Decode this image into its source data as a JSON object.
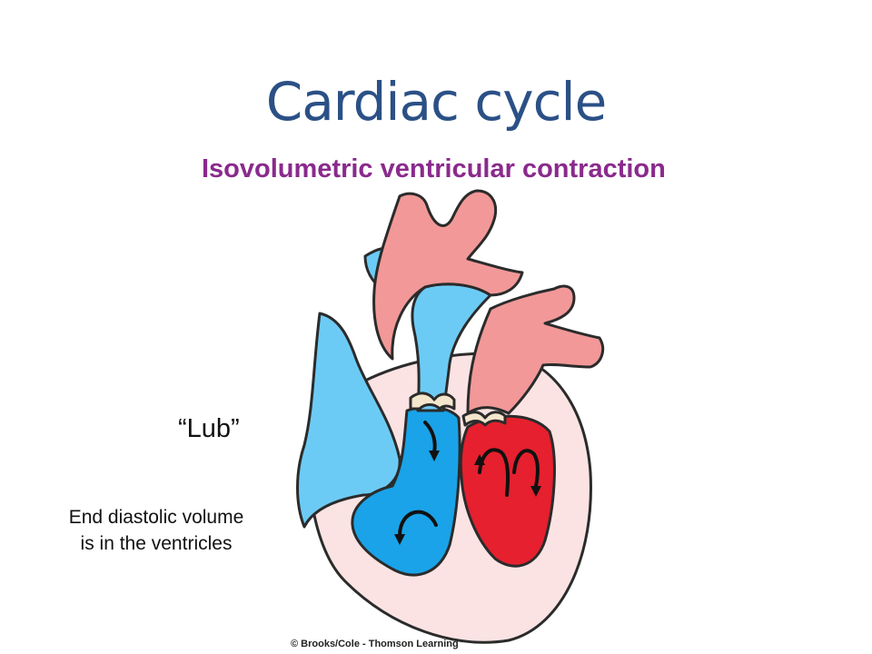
{
  "slide": {
    "title": "Cardiac cycle",
    "subtitle": "Isovolumetric ventricular contraction",
    "sound_label": "“Lub”",
    "note_line1": "End diastolic volume",
    "note_line2": "is in the ventricles",
    "credit": "© Brooks/Cole - Thomson Learning"
  },
  "diagram": {
    "colors": {
      "deoxygenated": "#6ccbf5",
      "deoxygenated_ventricle": "#1aa3e8",
      "oxygenated_vessel": "#f29898",
      "oxygenated_ventricle": "#e6202e",
      "myocardium": "#fbe3e3",
      "outline": "#2b2b2b",
      "vessel_rim": "#f4e6cc"
    }
  }
}
